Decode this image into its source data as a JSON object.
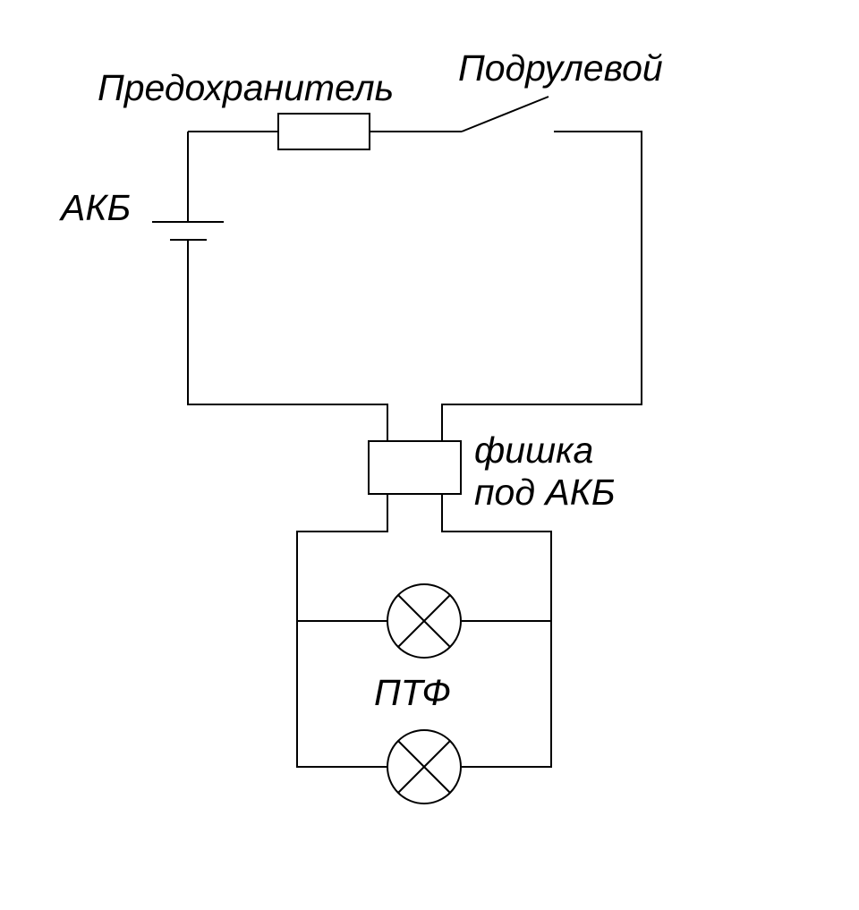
{
  "labels": {
    "fuse": "Предохранитель",
    "switch": "Подрулевой",
    "battery": "АКБ",
    "connector_line1": "фишка",
    "connector_line2": "под АКБ",
    "lamps": "ПТФ"
  },
  "components": {
    "battery": "battery-symbol",
    "fuse": "fuse-symbol",
    "switch": "switch-symbol",
    "connector": "connector-block",
    "lamps": [
      "lamp-symbol",
      "lamp-symbol"
    ]
  },
  "colors": {
    "line": "#000000",
    "background": "#ffffff"
  }
}
